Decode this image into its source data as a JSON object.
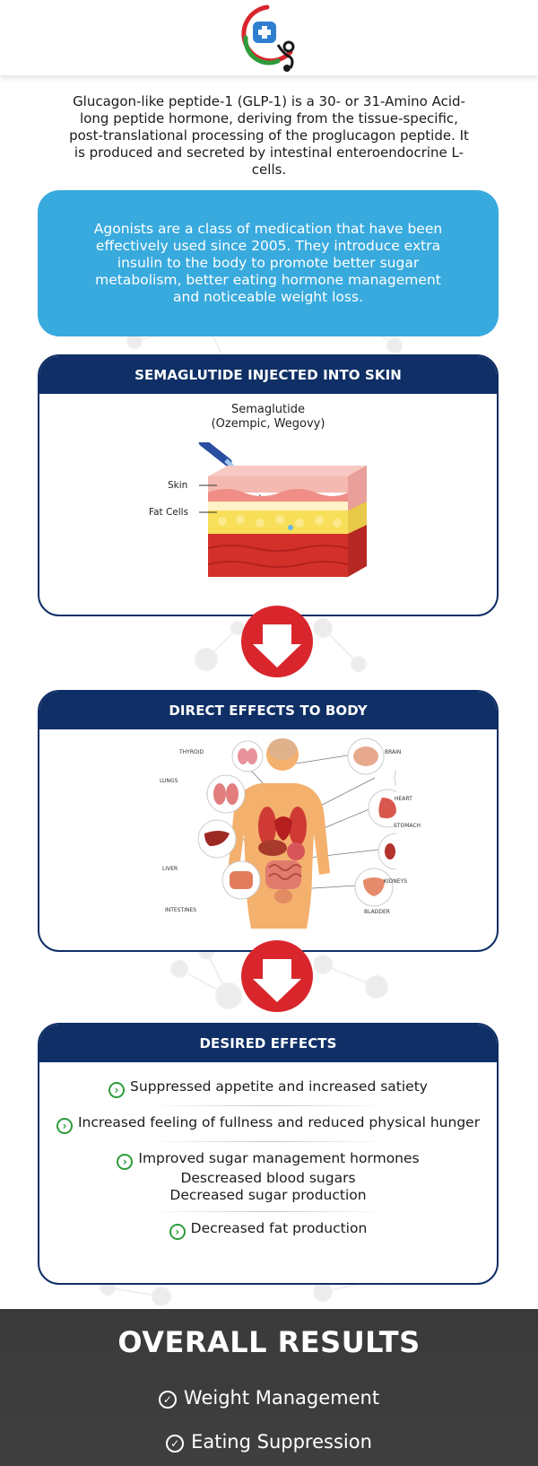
{
  "intro_text": "Glucagon-like peptide-1 (GLP-1) is a 30- or 31-Amino Acid-long peptide hormone, deriving from the tissue-specific, post-translational processing of the proglucagon peptide. It is produced and secreted by intestinal enteroendocrine L-cells.",
  "blue_box_text": "Agonists are a class of medication that have been effectively used since 2005. They introduce extra insulin to the body to promote better sugar metabolism, better eating hormone management and noticeable weight loss.",
  "card1": {
    "title": "SEMAGLUTIDE INJECTED INTO SKIN",
    "drug_name": "Semaglutide",
    "drug_brands": "(Ozempic, Wegovy)",
    "label_skin": "Skin",
    "label_fat": "Fat Cells"
  },
  "card2": {
    "title": "DIRECT EFFECTS TO BODY",
    "labels": {
      "thyroid": "THYROID",
      "brain": "BRAIN",
      "lungs": "LUNGS",
      "heart": "HEART",
      "stomach": "STOMACH",
      "liver": "LIVER",
      "kidneys": "KIDNEYS",
      "intestines": "INTESTINES",
      "bladder": "BLADDER"
    }
  },
  "card3": {
    "title": "DESIRED EFFECTS",
    "effect1": "Suppressed appetite and increased satiety",
    "effect2": "Increased feeling of fullness and reduced physical hunger",
    "effect3": "Improved sugar management hormones",
    "effect3_sub1": "Descreased blood sugars",
    "effect3_sub2": "Decreased sugar production",
    "effect4": "Decreased fat production"
  },
  "footer": {
    "title": "OVERALL RESULTS",
    "result1": "Weight Management",
    "result2": "Eating Suppression"
  },
  "colors": {
    "navy": "#0f2f66",
    "blue": "#38aade",
    "red": "#d9262c",
    "green": "#2e9b3a",
    "footer": "#3c3c3c"
  },
  "icons": {
    "logo": "medical-cross-stethoscope-icon",
    "arrow": "down-arrow-icon",
    "check": "check-circle-icon"
  }
}
